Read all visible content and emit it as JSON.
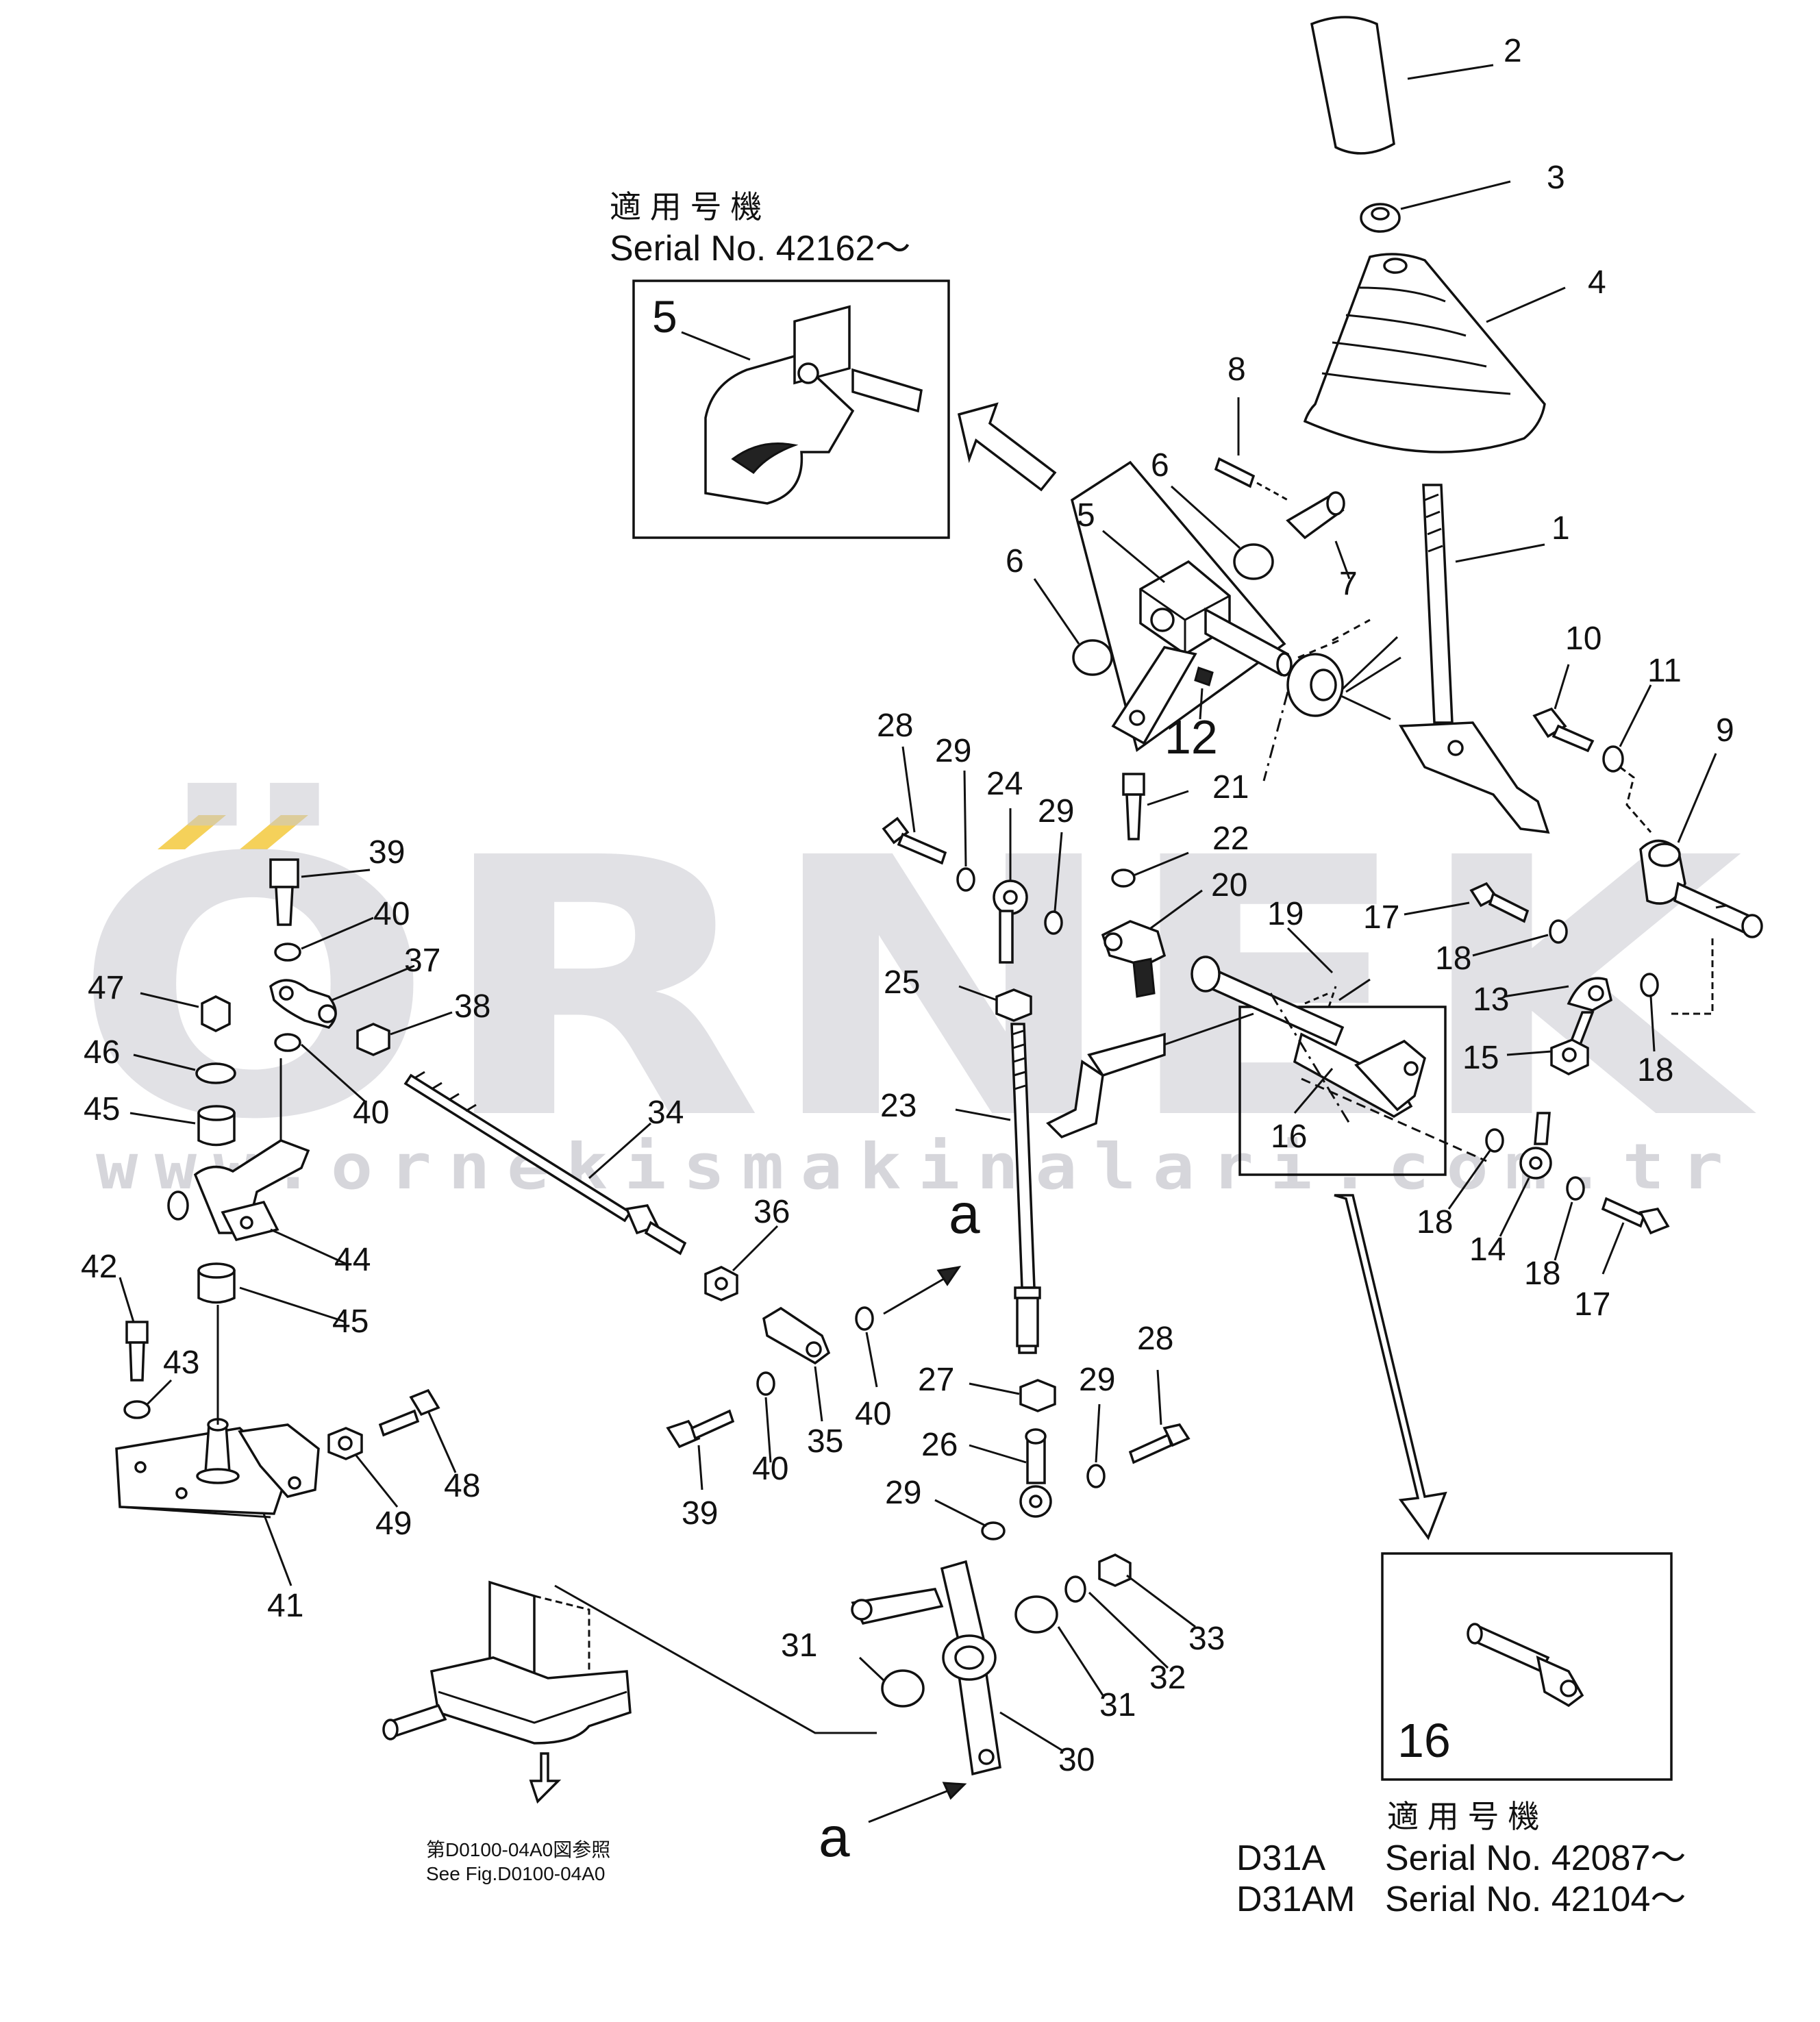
{
  "watermark": {
    "brand": "ÖRNEK",
    "url": "www.ornekismakinalari.com.tr",
    "accent_color": "#f2c531",
    "color": "#c9c9d0"
  },
  "inset_top": {
    "header_jp": "適 用 号 機",
    "serial": "Serial No. 42162～",
    "part_label": "5"
  },
  "inset_bottom": {
    "part_label": "16",
    "header_jp": "適 用 号 機",
    "rows": [
      {
        "model": "D31A",
        "serial": "Serial No. 42087～"
      },
      {
        "model": "D31AM",
        "serial": "Serial No. 42104～"
      }
    ]
  },
  "see_ref": {
    "jp": "第D0100-04A0図参照",
    "en": "See Fig.D0100-04A0"
  },
  "view_marker": "a",
  "callouts": [
    {
      "id": "c2",
      "label": "2"
    },
    {
      "id": "c3",
      "label": "3"
    },
    {
      "id": "c4",
      "label": "4"
    },
    {
      "id": "c8",
      "label": "8"
    },
    {
      "id": "c6a",
      "label": "6"
    },
    {
      "id": "c6b",
      "label": "6"
    },
    {
      "id": "c5",
      "label": "5"
    },
    {
      "id": "c7",
      "label": "7"
    },
    {
      "id": "c1",
      "label": "1"
    },
    {
      "id": "c12",
      "label": "12"
    },
    {
      "id": "c10",
      "label": "10"
    },
    {
      "id": "c11",
      "label": "11"
    },
    {
      "id": "c9",
      "label": "9"
    },
    {
      "id": "c28a",
      "label": "28"
    },
    {
      "id": "c29a",
      "label": "29"
    },
    {
      "id": "c24",
      "label": "24"
    },
    {
      "id": "c29b",
      "label": "29"
    },
    {
      "id": "c21",
      "label": "21"
    },
    {
      "id": "c22",
      "label": "22"
    },
    {
      "id": "c20",
      "label": "20"
    },
    {
      "id": "c19",
      "label": "19"
    },
    {
      "id": "c17a",
      "label": "17"
    },
    {
      "id": "c18a",
      "label": "18"
    },
    {
      "id": "c13",
      "label": "13"
    },
    {
      "id": "c18b",
      "label": "18"
    },
    {
      "id": "c15",
      "label": "15"
    },
    {
      "id": "c25",
      "label": "25"
    },
    {
      "id": "c23",
      "label": "23"
    },
    {
      "id": "c16",
      "label": "16"
    },
    {
      "id": "c18c",
      "label": "18"
    },
    {
      "id": "c14",
      "label": "14"
    },
    {
      "id": "c18d",
      "label": "18"
    },
    {
      "id": "c17b",
      "label": "17"
    },
    {
      "id": "c39a",
      "label": "39"
    },
    {
      "id": "c40a",
      "label": "40"
    },
    {
      "id": "c37",
      "label": "37"
    },
    {
      "id": "c47",
      "label": "47"
    },
    {
      "id": "c38",
      "label": "38"
    },
    {
      "id": "c46",
      "label": "46"
    },
    {
      "id": "c40b",
      "label": "40"
    },
    {
      "id": "c45a",
      "label": "45"
    },
    {
      "id": "c34",
      "label": "34"
    },
    {
      "id": "c44",
      "label": "44"
    },
    {
      "id": "c36",
      "label": "36"
    },
    {
      "id": "c42",
      "label": "42"
    },
    {
      "id": "c45b",
      "label": "45"
    },
    {
      "id": "c43",
      "label": "43"
    },
    {
      "id": "c48",
      "label": "48"
    },
    {
      "id": "c49",
      "label": "49"
    },
    {
      "id": "c41",
      "label": "41"
    },
    {
      "id": "c35",
      "label": "35"
    },
    {
      "id": "c40c",
      "label": "40"
    },
    {
      "id": "c40d",
      "label": "40"
    },
    {
      "id": "c39b",
      "label": "39"
    },
    {
      "id": "c27",
      "label": "27"
    },
    {
      "id": "c28b",
      "label": "28"
    },
    {
      "id": "c26",
      "label": "26"
    },
    {
      "id": "c29c",
      "label": "29"
    },
    {
      "id": "c29d",
      "label": "29"
    },
    {
      "id": "c33",
      "label": "33"
    },
    {
      "id": "c31a",
      "label": "31"
    },
    {
      "id": "c32",
      "label": "32"
    },
    {
      "id": "c31b",
      "label": "31"
    },
    {
      "id": "c30",
      "label": "30"
    }
  ]
}
